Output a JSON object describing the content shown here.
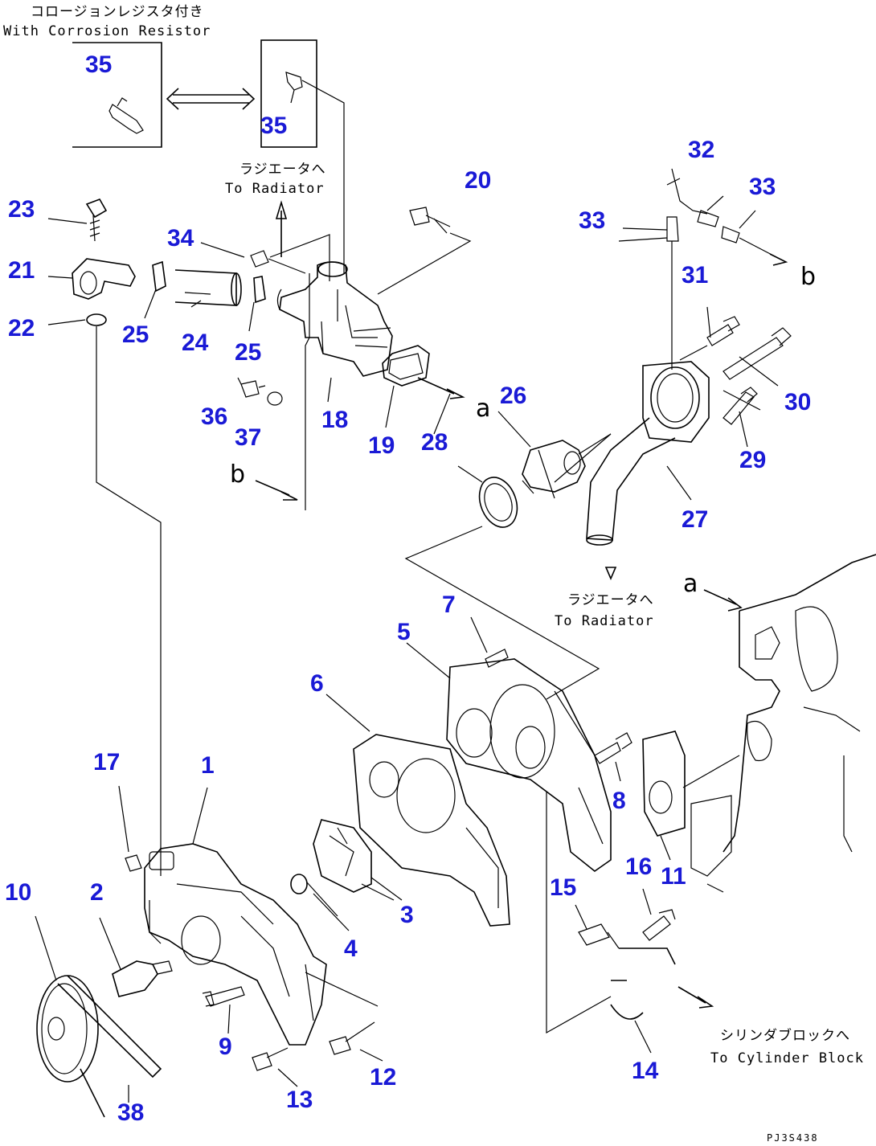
{
  "notes": {
    "corrosion_jp": "コロージョンレジスタ付き",
    "corrosion_en": "With Corrosion Resistor",
    "radiator1_jp": "ラジエータへ",
    "radiator1_en": "To Radiator",
    "radiator2_jp": "ラジエータへ",
    "radiator2_en": "To Radiator",
    "cylinder_jp": "シリンダブロックへ",
    "cylinder_en": "To Cylinder Block"
  },
  "connectors": [
    "a",
    "b"
  ],
  "drawing_code": "PJ3S438",
  "part_labels": [
    "1",
    "2",
    "3",
    "4",
    "5",
    "6",
    "7",
    "8",
    "9",
    "10",
    "11",
    "12",
    "13",
    "14",
    "15",
    "16",
    "17",
    "18",
    "19",
    "20",
    "21",
    "22",
    "23",
    "24",
    "25",
    "25",
    "26",
    "27",
    "28",
    "29",
    "30",
    "31",
    "32",
    "33",
    "33",
    "34",
    "35",
    "35",
    "36",
    "37",
    "38"
  ],
  "colors": {
    "label": "#1a1ad6",
    "line": "#000000",
    "background": "#ffffff"
  }
}
